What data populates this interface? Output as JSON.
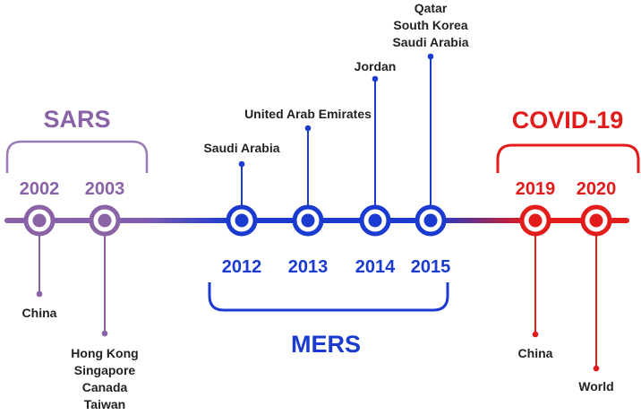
{
  "colors": {
    "sars": "#8a62a6",
    "mers": "#1a3ad0",
    "covid": "#e21b1b"
  },
  "groups": {
    "sars": "SARS",
    "mers": "MERS",
    "covid": "COVID-19"
  },
  "events": [
    {
      "year": "2002",
      "group": "sars",
      "countries": [
        "China"
      ]
    },
    {
      "year": "2003",
      "group": "sars",
      "countries": [
        "Hong Kong",
        "Singapore",
        "Canada",
        "Taiwan"
      ]
    },
    {
      "year": "2012",
      "group": "mers",
      "countries": [
        "Saudi Arabia"
      ]
    },
    {
      "year": "2013",
      "group": "mers",
      "countries": [
        "United Arab Emirates"
      ]
    },
    {
      "year": "2014",
      "group": "mers",
      "countries": [
        "Jordan"
      ]
    },
    {
      "year": "2015",
      "group": "mers",
      "countries": [
        "Qatar",
        "South Korea",
        "Saudi Arabia"
      ]
    },
    {
      "year": "2019",
      "group": "covid",
      "countries": [
        "China"
      ]
    },
    {
      "year": "2020",
      "group": "covid",
      "countries": [
        "World"
      ]
    }
  ]
}
